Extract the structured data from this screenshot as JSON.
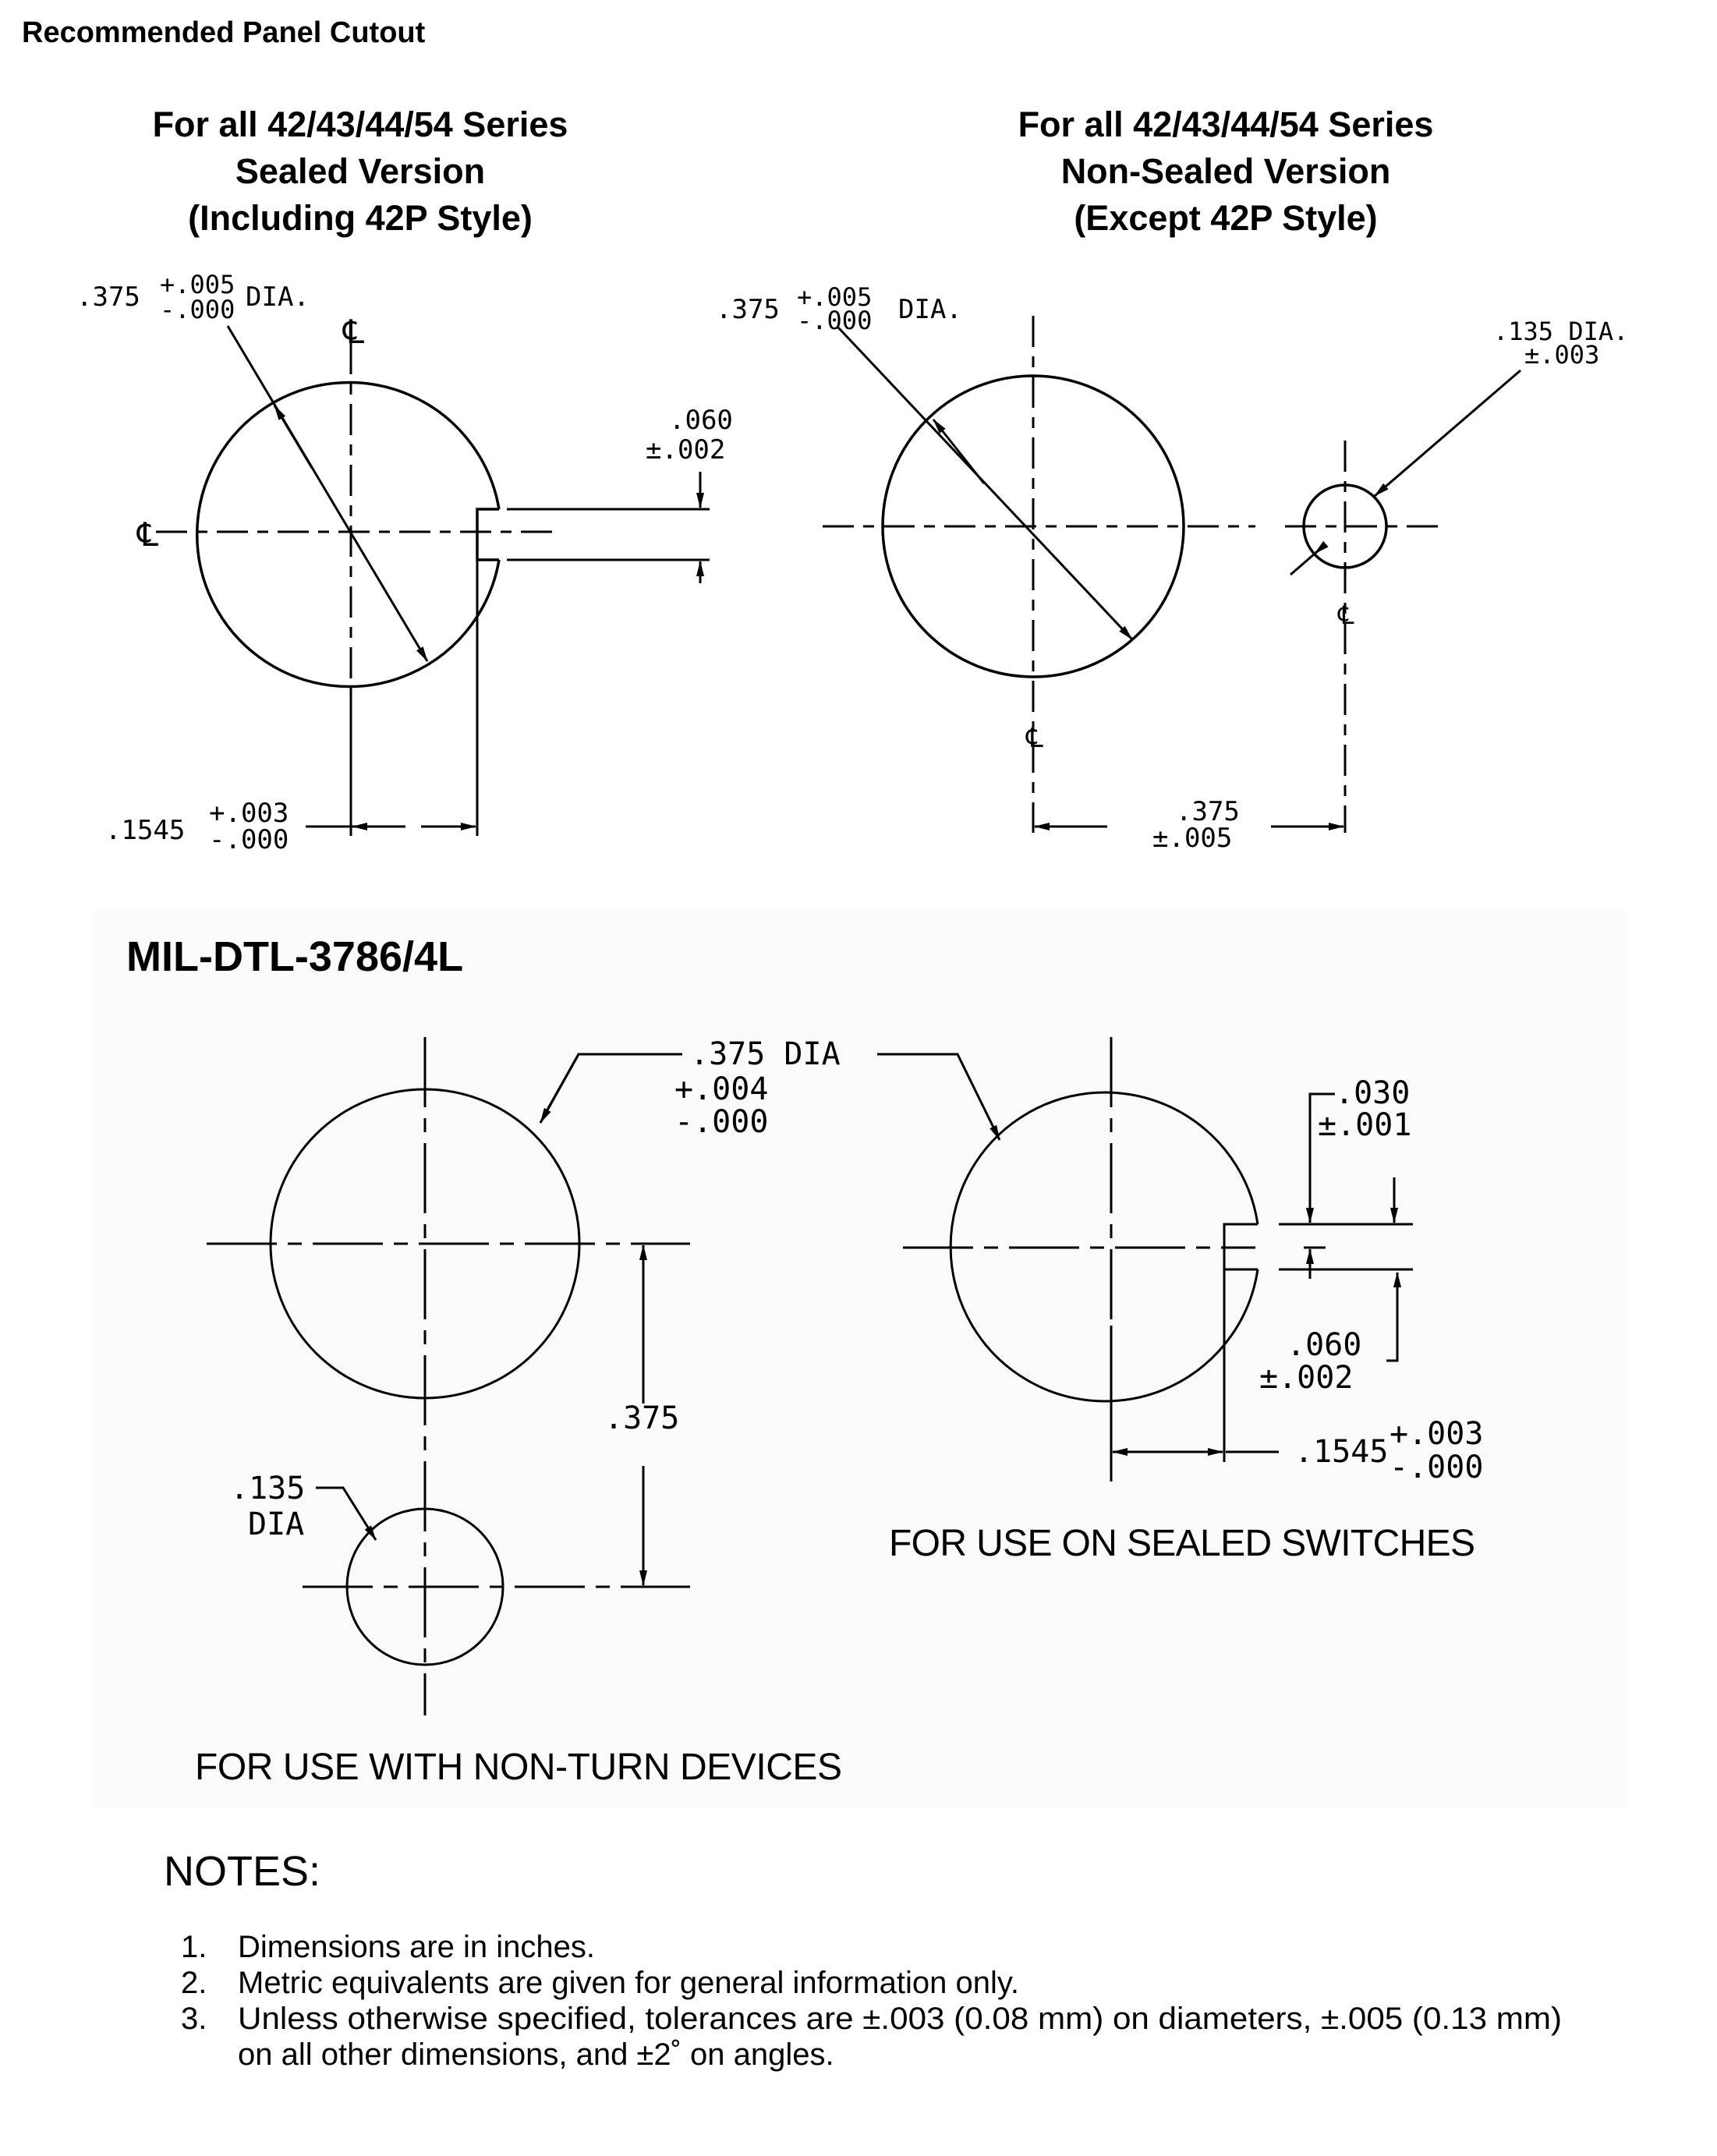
{
  "page_title": "Recommended Panel Cutout",
  "left_panel": {
    "heading": [
      "For all 42/43/44/54 Series",
      "Sealed Version",
      "(Including 42P Style)"
    ],
    "dia_value": ".375",
    "dia_tol_plus": "+.005",
    "dia_tol_minus": "-.000",
    "dia_suffix": "DIA.",
    "centerline": "℄",
    "slot_width": ".060",
    "slot_tol": "±.002",
    "offset_value": ".1545",
    "offset_tol_plus": "+.003",
    "offset_tol_minus": "-.000"
  },
  "right_panel": {
    "heading": [
      "For all 42/43/44/54 Series",
      "Non-Sealed Version",
      "(Except 42P Style)"
    ],
    "dia_value": ".375",
    "dia_tol_plus": "+.005",
    "dia_tol_minus": "-.000",
    "dia_suffix": "DIA.",
    "small_dia": ".135 DIA.",
    "small_dia_tol": "±.003",
    "centerline": "℄",
    "spacing_value": ".375",
    "spacing_tol": "±.005"
  },
  "mil_section": {
    "title": "MIL-DTL-3786/4L",
    "dia_label": ".375 DIA",
    "dia_tol_plus": "+.004",
    "dia_tol_minus": "-.000",
    "vertical_spacing": ".375",
    "small_dia_value": ".135",
    "small_dia_suffix": "DIA",
    "left_caption": "FOR USE WITH NON-TURN DEVICES",
    "key_width": ".030",
    "key_width_tol": "±.001",
    "slot_width": ".060",
    "slot_tol": "±.002",
    "offset_value": ".1545",
    "offset_tol_plus": "+.003",
    "offset_tol_minus": "-.000",
    "right_caption": "FOR USE ON SEALED SWITCHES"
  },
  "notes": {
    "heading": "NOTES:",
    "items": [
      {
        "num": "1.",
        "text": "Dimensions are in inches."
      },
      {
        "num": "2.",
        "text": "Metric equivalents are given for general information only."
      },
      {
        "num": "3.",
        "text": "Unless otherwise specified, tolerances are ±.003 (0.08 mm) on diameters, ±.005 (0.13 mm)",
        "text2": "on all other dimensions, and ±2˚ on angles."
      }
    ]
  }
}
